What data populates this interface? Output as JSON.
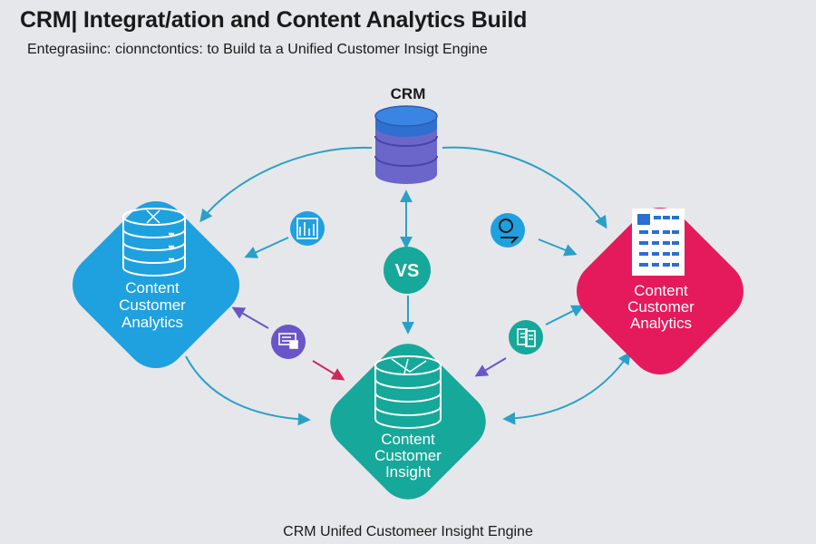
{
  "header": {
    "title": "CRM| Integrat/ation and Content Analytics Build",
    "subtitle": "Entegrasiinc: cionnctontics: to Build ta a Unified Customer Insigt Engine"
  },
  "crm": {
    "label": "CRM"
  },
  "vs": {
    "label": "VS"
  },
  "left_node": {
    "lines": [
      "Content",
      "Customer",
      "Analytics"
    ]
  },
  "right_node": {
    "lines": [
      "Content",
      "Customer",
      "Analytics"
    ]
  },
  "center_node": {
    "lines": [
      "Content",
      "Customer",
      "Insight"
    ]
  },
  "footer": {
    "caption": "CRM Unifed Customeer Insight Engine"
  },
  "colors": {
    "background": "#e6e7ea",
    "blue": "#1fa0df",
    "pink": "#e51a5c",
    "teal": "#16a89a",
    "crm_top": "#2f6fd0",
    "crm_body": "#6b66c9",
    "arrow": "#2aa0c8",
    "arrow_purple": "#6a55c8",
    "arrow_pink": "#d0285c"
  },
  "icons": {
    "crm": "database-icon",
    "left": "database-icon",
    "right": "document-grid-icon",
    "center": "database-icon",
    "vs": "vs-badge",
    "small": [
      "chart-icon",
      "person-icon",
      "cards-icon",
      "files-icon"
    ]
  }
}
